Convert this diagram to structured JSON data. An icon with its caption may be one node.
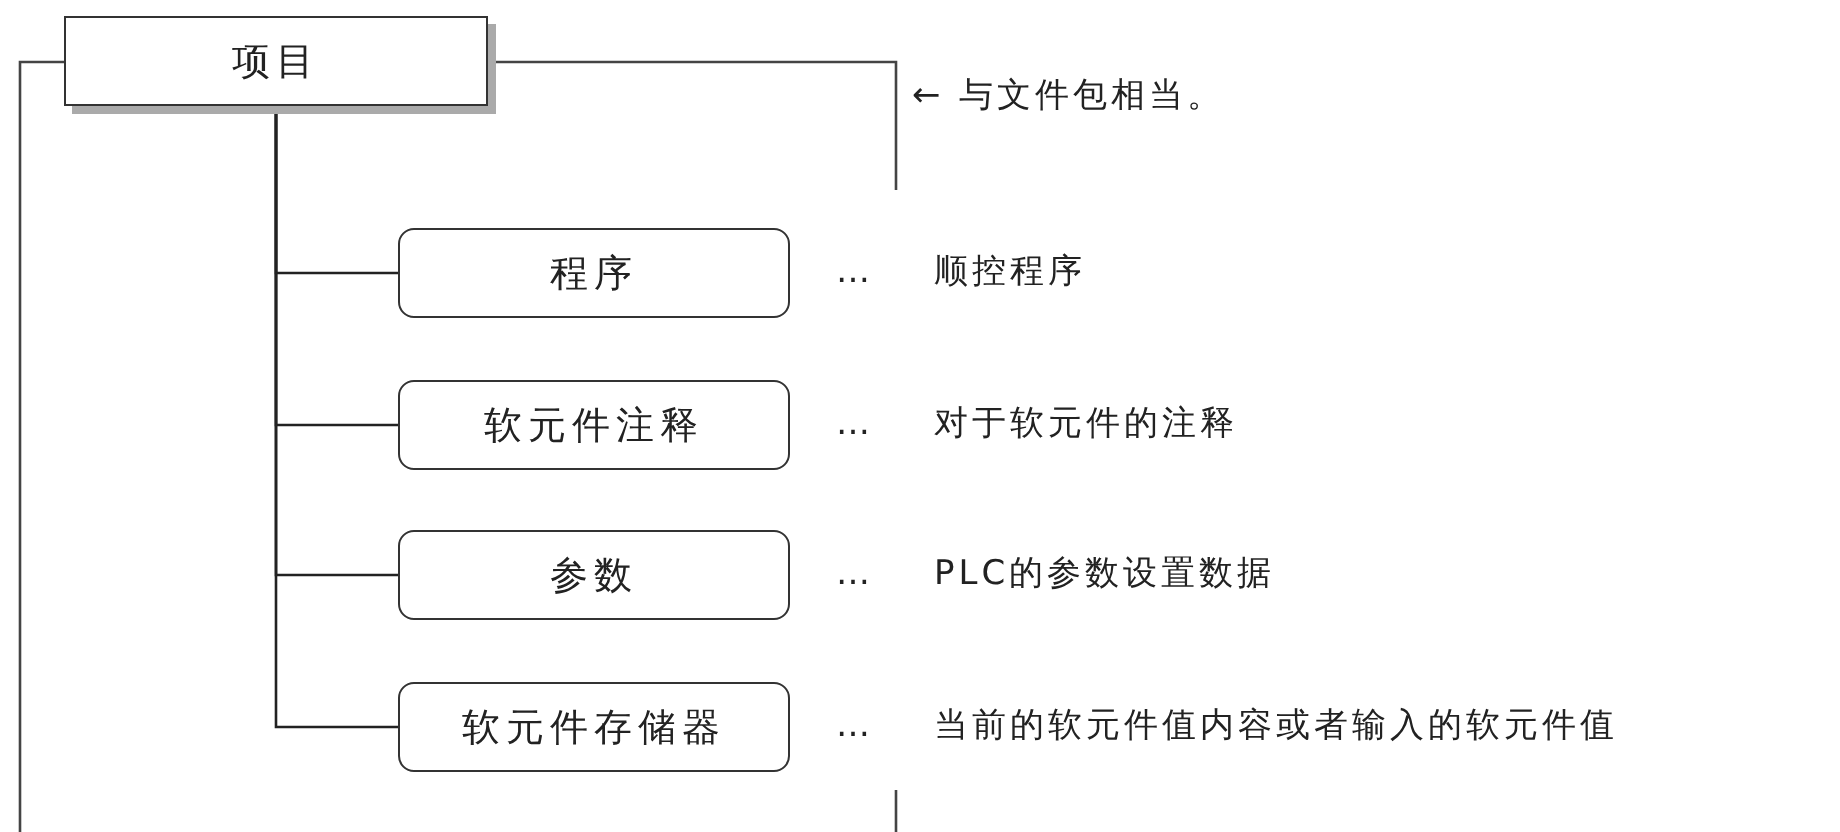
{
  "diagram": {
    "nodes": [
      {
        "text": [
          "项目"
        ]
      },
      {
        "text": [
          "程序"
        ],
        "beside": [
          "…",
          "顺控程序"
        ]
      },
      {
        "text": [
          "软元件注释"
        ],
        "beside": [
          "…",
          "对于软元件的注释"
        ]
      },
      {
        "text": [
          "参数"
        ],
        "beside": [
          "…",
          "PLC的参数设置数据"
        ]
      },
      {
        "text": [
          "软元件存储器"
        ],
        "beside": [
          "…",
          "当前的软元件值内容或者输入的软元件值"
        ]
      }
    ],
    "edges": [
      {
        "from": 0,
        "to": 1,
        "arrow": "none"
      },
      {
        "from": 0,
        "to": 2,
        "arrow": "none"
      },
      {
        "from": 0,
        "to": 3,
        "arrow": "none"
      },
      {
        "from": 0,
        "to": 4,
        "arrow": "none"
      }
    ],
    "labels": [
      "← 与文件包相当。"
    ]
  }
}
